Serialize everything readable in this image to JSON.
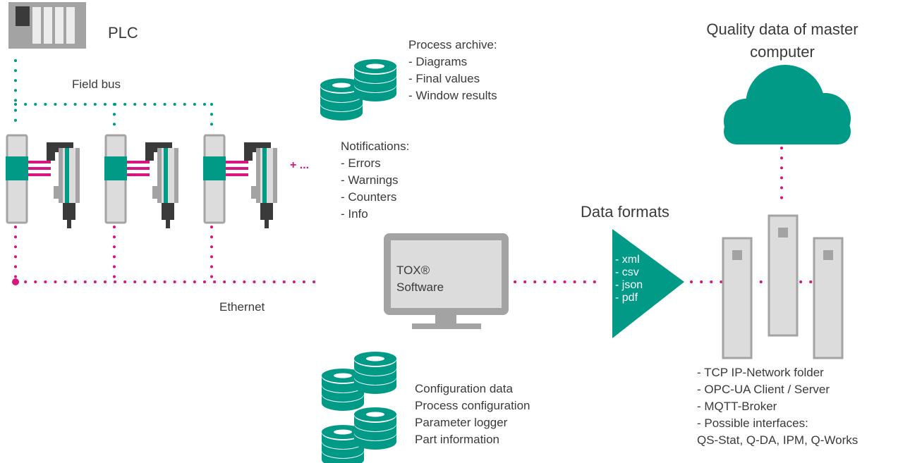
{
  "labels": {
    "plc": "PLC",
    "field_bus": "Field bus",
    "plus_more": "+ ...",
    "ethernet": "Ethernet",
    "software": [
      "TOX®",
      "Software"
    ],
    "data_formats_title": "Data formats",
    "data_formats": [
      "- xml",
      "- csv",
      "- json",
      "- pdf"
    ],
    "quality_data": [
      "Quality data of master",
      "computer"
    ],
    "process_archive": [
      "Process archive:",
      "- Diagrams",
      "- Final values",
      "- Window results"
    ],
    "notifications": [
      "Notifications:",
      "- Errors",
      "- Warnings",
      "- Counters",
      "- Info"
    ],
    "storage": [
      "Configuration data",
      "Process configuration",
      "Parameter logger",
      "Part information"
    ],
    "interfaces": [
      "- TCP IP-Network folder",
      "- OPC-UA Client / Server",
      "- MQTT-Broker",
      "- Possible interfaces:",
      "QS-Stat, Q-DA, IPM, Q-Works"
    ]
  },
  "colors": {
    "teal": "#009a86",
    "magenta": "#d8157e",
    "gray": "#a3a3a3",
    "dark_gray": "#3a3a3a",
    "light_gray": "#dcdcdc"
  },
  "icons": [
    "plc-icon",
    "press-unit-icon",
    "database-icon",
    "monitor-icon",
    "data-formats-triangle-icon",
    "cloud-icon",
    "server-icon"
  ]
}
